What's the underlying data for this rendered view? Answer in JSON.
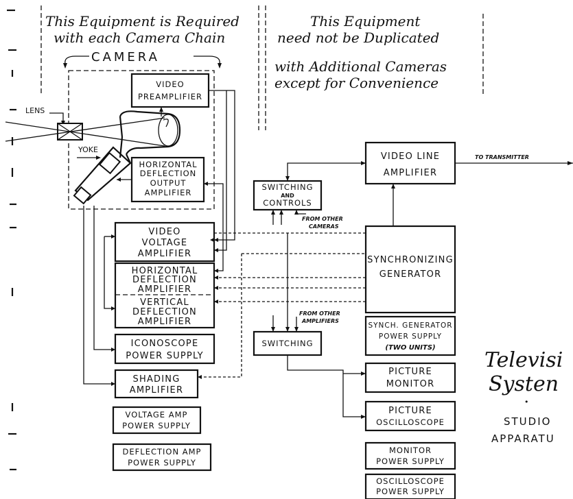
{
  "headers": {
    "left_line1": "This Equipment is Required",
    "left_line2": "with each Camera Chain",
    "right_line1": "This Equipment",
    "right_line2": "need not be Duplicated",
    "right_line3": "with Additional Cameras",
    "right_line4": "except for Convenience",
    "camera": "CAMERA"
  },
  "camera_parts": {
    "lens": "LENS",
    "yoke": "YOKE"
  },
  "boxes": {
    "video_preamp": [
      "VIDEO",
      "PREAMPLIFIER"
    ],
    "horiz_output": [
      "HORIZONTAL",
      "DEFLECTION",
      "OUTPUT",
      "AMPLIFIER"
    ],
    "video_voltage": [
      "VIDEO",
      "VOLTAGE",
      "AMPLIFIER"
    ],
    "horiz_defl": [
      "HORIZONTAL",
      "DEFLECTION",
      "AMPLIFIER"
    ],
    "vert_defl": [
      "VERTICAL",
      "DEFLECTION",
      "AMPLIFIER"
    ],
    "icono_ps": [
      "ICONOSCOPE",
      "POWER SUPPLY"
    ],
    "shading": [
      "SHADING",
      "AMPLIFIER"
    ],
    "voltage_ps": [
      "VOLTAGE AMP",
      "POWER SUPPLY"
    ],
    "defl_ps": [
      "DEFLECTION AMP",
      "POWER SUPPLY"
    ],
    "sw_controls": [
      "SWITCHING",
      "AND",
      "CONTROLS"
    ],
    "switching": [
      "SWITCHING"
    ],
    "video_line": [
      "VIDEO LINE",
      "AMPLIFIER"
    ],
    "sync_gen": [
      "SYNCHRONIZING",
      "GENERATOR"
    ],
    "sync_ps": [
      "SYNCH. GENERATOR",
      "POWER SUPPLY",
      "(TWO UNITS)"
    ],
    "pic_monitor": [
      "PICTURE",
      "MONITOR"
    ],
    "pic_osc": [
      "PICTURE",
      "OSCILLOSCOPE"
    ],
    "monitor_ps": [
      "MONITOR",
      "POWER SUPPLY"
    ],
    "osc_ps": [
      "OSCILLOSCOPE",
      "POWER SUPPLY"
    ]
  },
  "annotations": {
    "from_other_cameras_1": "FROM OTHER",
    "from_other_cameras_2": "CAMERAS",
    "from_other_amps_1": "FROM OTHER",
    "from_other_amps_2": "AMPLIFIERS",
    "to_transmitter": "TO TRANSMITTER"
  },
  "caption": {
    "line1": "Televisi",
    "line2": "Systen",
    "bullet": "•",
    "line3": "STUDIO",
    "line4": "APPARATU"
  }
}
